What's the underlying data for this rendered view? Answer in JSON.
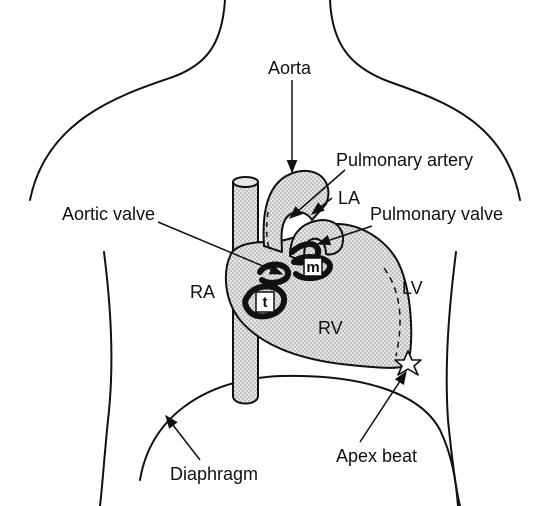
{
  "labels": {
    "aorta": "Aorta",
    "pulmonary_artery": "Pulmonary artery",
    "la": "LA",
    "pulmonary_valve": "Pulmonary valve",
    "aortic_valve": "Aortic valve",
    "ra": "RA",
    "lv": "LV",
    "rv": "RV",
    "apex_beat": "Apex beat",
    "diaphragm": "Diaphragm"
  },
  "valve_letters": {
    "mitral": "m",
    "tricuspid": "t"
  },
  "colors": {
    "line": "#111111",
    "stipple": "#9a9a9a",
    "background": "#ffffff"
  }
}
